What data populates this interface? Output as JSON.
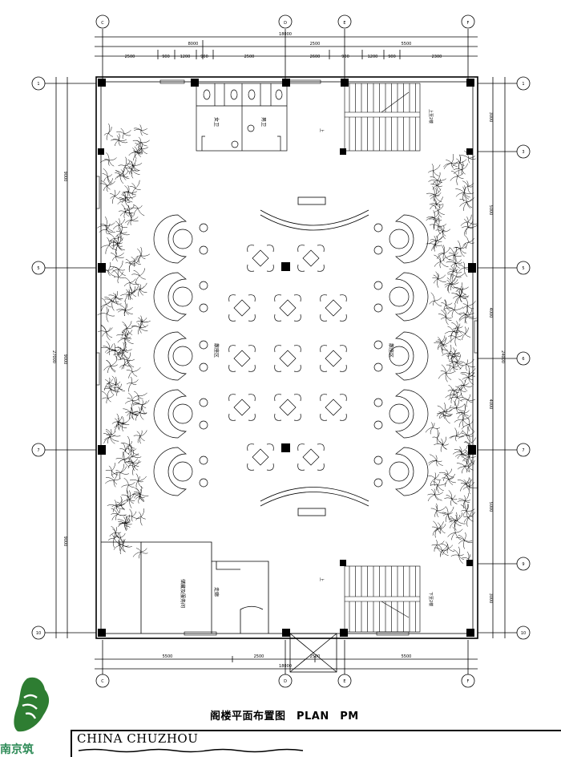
{
  "title": "阁楼平面布置图　PLAN　PM",
  "brand": "CHINA CHUZHOU",
  "watermark": "南京筑",
  "dims": {
    "total": "18000",
    "top_segments": [
      "8000",
      "2500",
      "5500"
    ],
    "top_detail": [
      "2500",
      "900",
      "1200",
      "900",
      "2500",
      "2600",
      "900",
      "1200",
      "900",
      "2300"
    ],
    "bottom_segments": [
      "5500",
      "2500",
      "2500",
      "5500"
    ],
    "bottom_total": "18000",
    "left_segments": [
      "9000",
      "9000",
      "9000"
    ],
    "left_total": "27000",
    "right_segments": [
      "3000",
      "5000",
      "4000",
      "4000",
      "5000",
      "3000"
    ],
    "right_total": "24000"
  },
  "axes": {
    "top": [
      "C",
      "D",
      "E",
      "F"
    ],
    "bottom": [
      "C",
      "D",
      "E",
      "F"
    ],
    "left": [
      "1",
      "5",
      "7",
      "10"
    ],
    "right": [
      "1",
      "3",
      "5",
      "6",
      "7",
      "9",
      "10"
    ]
  },
  "rooms": {
    "toilet_f": "女卫",
    "toilet_m": "男卫",
    "seat_left": "散座区",
    "seat_right": "散座区",
    "storage": "储藏及服务间",
    "hall": "走廊",
    "stair_top": "上至2楼",
    "stair_bottom": "下至2楼",
    "up_top": "上",
    "up_bottom": "上"
  },
  "colors": {
    "line": "#000000",
    "brand_green": "#2e8b57"
  }
}
